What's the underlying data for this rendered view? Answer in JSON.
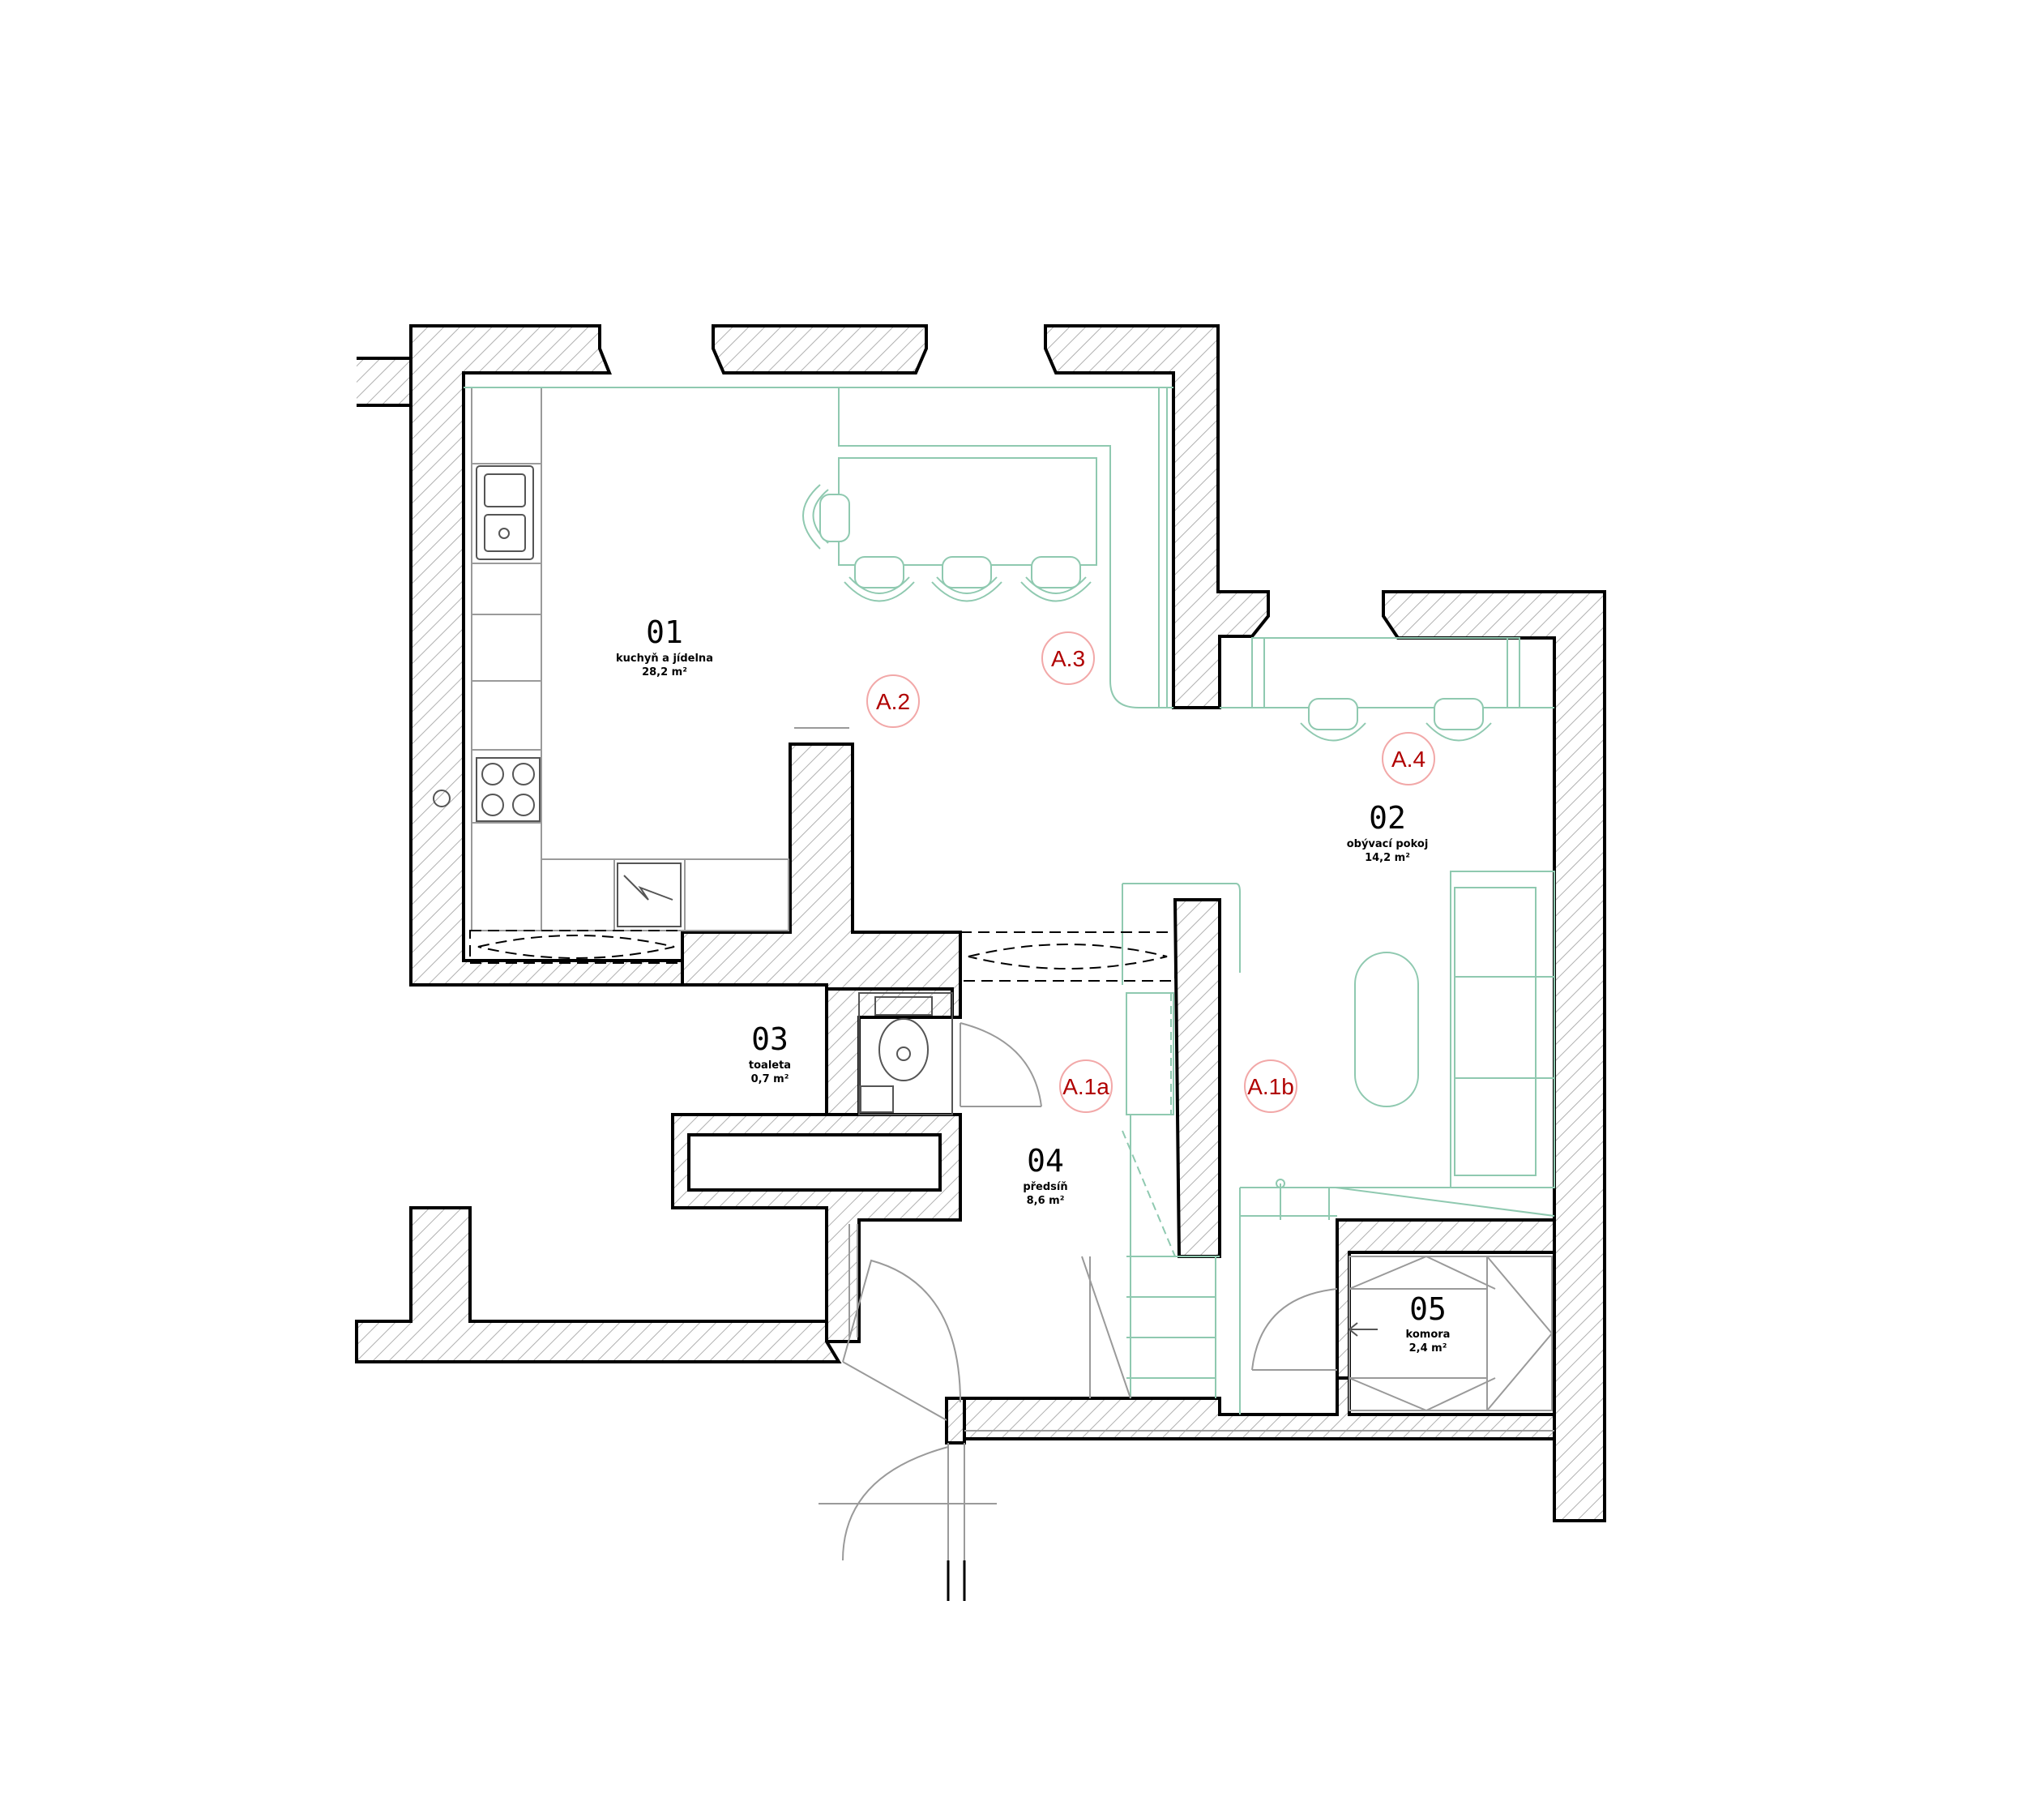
{
  "rooms": [
    {
      "number": "01",
      "name": "kuchyň a jídelna",
      "area": "28,2 m²"
    },
    {
      "number": "02",
      "name": "obývací pokoj",
      "area": "14,2 m²"
    },
    {
      "number": "03",
      "name": "toaleta",
      "area": "0,7 m²"
    },
    {
      "number": "04",
      "name": "předsíň",
      "area": "8,6 m²"
    },
    {
      "number": "05",
      "name": "komora",
      "area": "2,4 m²"
    }
  ],
  "tags": [
    "A.1a",
    "A.1b",
    "A.2",
    "A.3",
    "A.4"
  ],
  "colors": {
    "walls": "#000000",
    "furniture": "#8fc9b0",
    "tags": "#b00000",
    "tag_ring": "#f2a8a8"
  }
}
